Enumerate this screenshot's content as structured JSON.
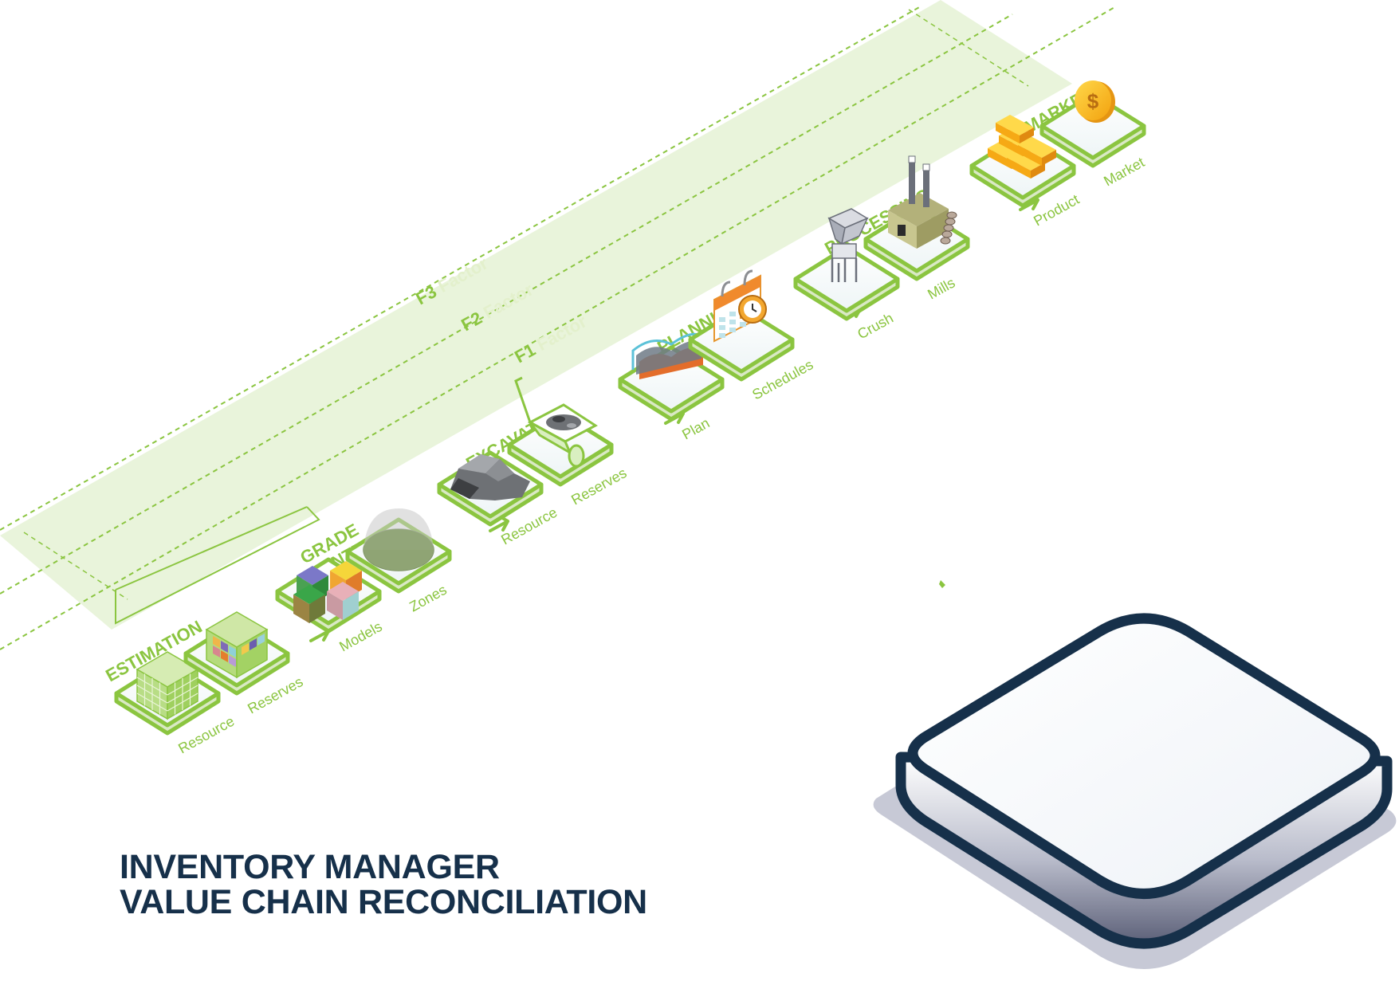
{
  "title": {
    "line1": "INVENTORY MANAGER",
    "line2": "VALUE CHAIN RECONCILIATION"
  },
  "factors": [
    {
      "id": "F3",
      "label": "Factor"
    },
    {
      "id": "F2",
      "label": "Factor"
    },
    {
      "id": "F1",
      "label": "Factor"
    }
  ],
  "stages": [
    {
      "title": [
        "ESTIMATION"
      ],
      "tiles": [
        {
          "label": "Resource",
          "icon": "block-model-cube-icon"
        },
        {
          "label": "Reserves",
          "icon": "grade-cube-icon"
        }
      ]
    },
    {
      "title": [
        "GRADE",
        "CONTROL"
      ],
      "tiles": [
        {
          "label": "Models",
          "icon": "colored-blocks-icon"
        },
        {
          "label": "Zones",
          "icon": "dome-zone-icon"
        }
      ]
    },
    {
      "title": [
        "EXCAVATION"
      ],
      "tiles": [
        {
          "label": "Resource",
          "icon": "rock-icon"
        },
        {
          "label": "Reserves",
          "icon": "wheelbarrow-icon"
        }
      ]
    },
    {
      "title": [
        "PLANNING"
      ],
      "tiles": [
        {
          "label": "Plan",
          "icon": "plan-profile-icon"
        },
        {
          "label": "Schedules",
          "icon": "calendar-clock-icon"
        }
      ]
    },
    {
      "title": [
        "PROCESSING"
      ],
      "tiles": [
        {
          "label": "Crush",
          "icon": "crusher-icon"
        },
        {
          "label": "Mills",
          "icon": "mill-factory-icon"
        }
      ]
    },
    {
      "title": [
        "MARKET"
      ],
      "tiles": [
        {
          "label": "Product",
          "icon": "gold-bars-icon"
        },
        {
          "label": "Market",
          "icon": "dollar-coin-icon"
        }
      ]
    }
  ],
  "colors": {
    "accent_green": "#8bc540",
    "band_green": "#e8f4d9",
    "navy": "#16304a",
    "tile_fill": "#f3f8f8"
  }
}
